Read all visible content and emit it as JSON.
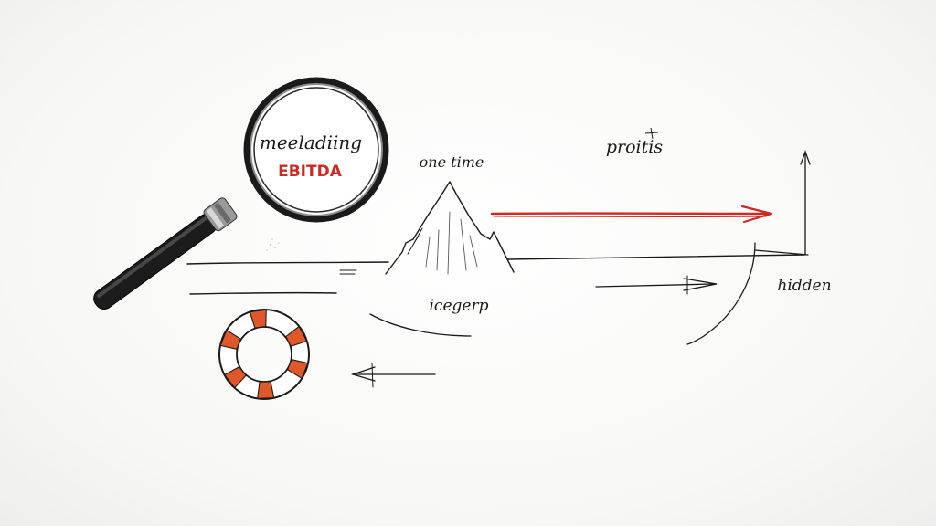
{
  "labels": {
    "lens_line1": "meeladiing",
    "lens_line2": "EBITDA",
    "peak": "one time",
    "top_right": "proitis",
    "iceberg": "icegerp",
    "right_axis": "hidden"
  },
  "colors": {
    "ink": "#1a1a1a",
    "accent_red": "#cc2a24",
    "ring_orange": "#e0572a",
    "handle_black": "#1c1c1c"
  },
  "icons": [
    "magnifying-glass-icon",
    "life-ring-icon",
    "iceberg-icon",
    "arrow-right-icon",
    "arrow-left-icon",
    "arrow-up-icon"
  ]
}
